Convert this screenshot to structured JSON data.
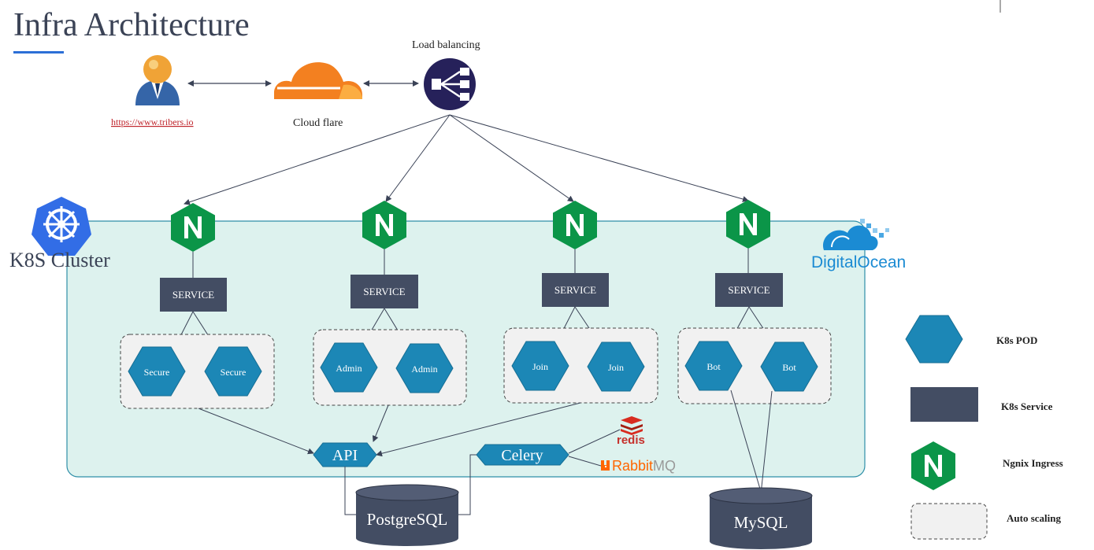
{
  "page": {
    "title": "Infra Architecture"
  },
  "top": {
    "user_link": "https://www.tribers.io",
    "cloudflare_label": "Cloud flare",
    "lb_label": "Load balancing"
  },
  "cluster": {
    "label": "K8S Cluster",
    "provider": "DigitalOcean"
  },
  "services": [
    {
      "label": "SERVICE",
      "pods": [
        "Secure",
        "Secure"
      ]
    },
    {
      "label": "SERVICE",
      "pods": [
        "Admin",
        "Admin"
      ]
    },
    {
      "label": "SERVICE",
      "pods": [
        "Join",
        "Join"
      ]
    },
    {
      "label": "SERVICE",
      "pods": [
        "Bot",
        "Bot"
      ]
    }
  ],
  "backend": {
    "api": "API",
    "celery": "Celery",
    "redis": "redis",
    "rabbit_a": "Rabbit",
    "rabbit_b": "MQ"
  },
  "databases": {
    "postgres": "PostgreSQL",
    "mysql": "MySQL"
  },
  "legend": {
    "pod": "K8s POD",
    "service": "K8s Service",
    "ingress": "Ngnix Ingress",
    "autoscaling": "Auto scaling"
  },
  "colors": {
    "pod": "#1c87b6",
    "service": "#434d63",
    "nginx": "#0b9548",
    "cluster_bg": "#ddf2ee",
    "cluster_border": "#2f8fa8",
    "lb": "#26215a",
    "title_accent": "#2c6fd6"
  }
}
